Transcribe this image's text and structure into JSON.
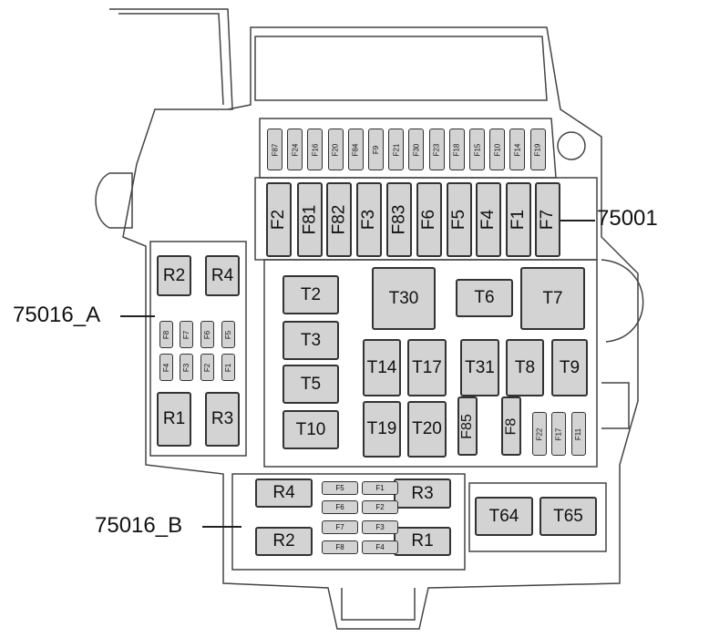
{
  "main_box": {
    "label": "75001",
    "top_fuses": [
      "F87",
      "F24",
      "F16",
      "F20",
      "F84",
      "F9",
      "F21",
      "F30",
      "F23",
      "F18",
      "F15",
      "F10",
      "F14",
      "F19"
    ],
    "large_fuses": [
      "F2",
      "F81",
      "F82",
      "F3",
      "F83",
      "F6",
      "F5",
      "F4",
      "F1",
      "F7"
    ],
    "relays": {
      "T2": "T2",
      "T3": "T3",
      "T5": "T5",
      "T10": "T10",
      "T30": "T30",
      "T6": "T6",
      "T7": "T7",
      "T14": "T14",
      "T17": "T17",
      "T31": "T31",
      "T8": "T8",
      "T9": "T9",
      "T19": "T19",
      "T20": "T20"
    },
    "fuses": {
      "F85": "F85",
      "F8": "F8",
      "F22": "F22",
      "F17": "F17",
      "F11": "F11"
    }
  },
  "box_a": {
    "label": "75016_A",
    "relays": [
      "R2",
      "R4",
      "R1",
      "R3"
    ],
    "fuses_top": [
      "F8",
      "F7",
      "F6",
      "F5"
    ],
    "fuses_bottom": [
      "F4",
      "F3",
      "F2",
      "F1"
    ]
  },
  "box_b": {
    "label": "75016_B",
    "relays": [
      "R4",
      "R2",
      "R3",
      "R1"
    ],
    "fuses_left": [
      "F5",
      "F6",
      "F7",
      "F8"
    ],
    "fuses_right": [
      "F1",
      "F2",
      "F3",
      "F4"
    ],
    "extra": [
      "T64",
      "T65"
    ]
  }
}
